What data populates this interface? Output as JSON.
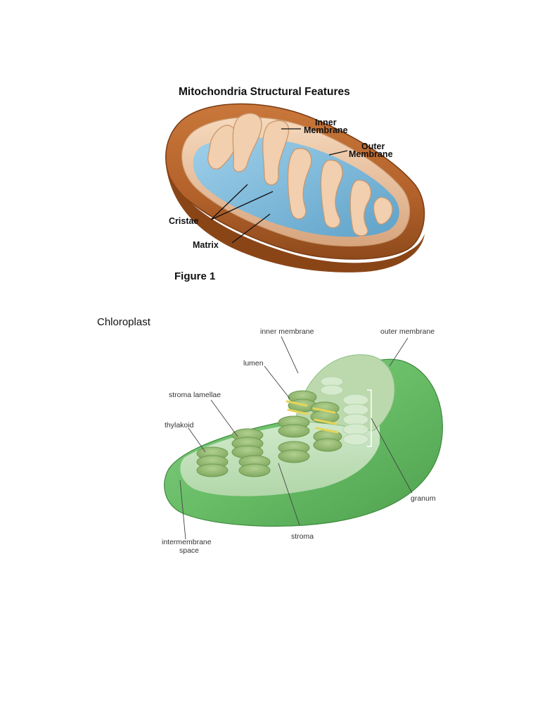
{
  "figure1": {
    "title": "Mitochondria Structural Features",
    "labels": {
      "inner_line1": "Inner",
      "inner_line2": "Membrane",
      "outer_line1": "Outer",
      "outer_line2": "Membrane",
      "cristae": "Cristae",
      "matrix": "Matrix"
    },
    "caption": "Figure 1",
    "colors": {
      "outer_shell": "#b5652a",
      "shell_edge": "#8a4517",
      "inner_membrane": "#efc7a2",
      "matrix": "#7fbbdc"
    }
  },
  "figure2": {
    "title": "Chloroplast",
    "labels": {
      "inner_membrane": "inner membrane",
      "outer_membrane": "outer membrane",
      "lumen": "lumen",
      "stroma_lamellae": "stroma lamellae",
      "thylakoid": "thylakoid",
      "granum": "granum",
      "stroma": "stroma",
      "intermembrane_line1": "intermembrane",
      "intermembrane_line2": "space"
    },
    "colors": {
      "outer": "#6cc06a",
      "outer_dark": "#4e9f4e",
      "inner": "#cfe8c8",
      "thylakoid": "#8fba6d",
      "thylakoid_dark": "#6f9d52",
      "lumen_band": "#e6d45a"
    }
  }
}
